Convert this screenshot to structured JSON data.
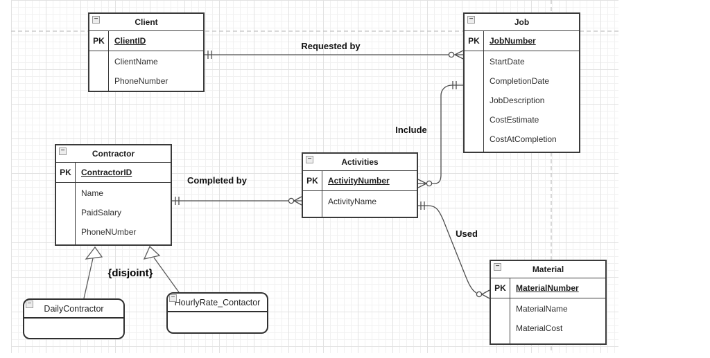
{
  "entities": [
    {
      "name": "Client",
      "pk_label": "PK",
      "pk": "ClientID",
      "attributes": [
        "ClientName",
        "PhoneNumber"
      ]
    },
    {
      "name": "Job",
      "pk_label": "PK",
      "pk": "JobNumber",
      "attributes": [
        "StartDate",
        "CompletionDate",
        "JobDescription",
        "CostEstimate",
        "CostAtCompletion"
      ]
    },
    {
      "name": "Contractor",
      "pk_label": "PK",
      "pk": "ContractorID",
      "attributes": [
        "Name",
        "PaidSalary",
        "PhoneNUmber"
      ]
    },
    {
      "name": "Activities",
      "pk_label": "PK",
      "pk": "ActivityNumber",
      "attributes": [
        "ActivityName"
      ]
    },
    {
      "name": "Material",
      "pk_label": "PK",
      "pk": "MaterialNumber",
      "attributes": [
        "MaterialName",
        "MaterialCost"
      ]
    }
  ],
  "subtypes": [
    {
      "name": "DailyContractor"
    },
    {
      "name": "HourlyRate_Contactor"
    }
  ],
  "relationships": [
    {
      "label": "Requested by",
      "from": "Client",
      "to": "Job",
      "from_cardinality": "exactly-one",
      "to_cardinality": "zero-or-many"
    },
    {
      "label": "Completed by",
      "from": "Contractor",
      "to": "Activities",
      "from_cardinality": "exactly-one",
      "to_cardinality": "zero-or-many"
    },
    {
      "label": "Include",
      "from": "Activities",
      "to": "Job",
      "from_cardinality": "zero-or-many",
      "to_cardinality": "exactly-one"
    },
    {
      "label": "Used",
      "from": "Activities",
      "to": "Material",
      "from_cardinality": "exactly-one",
      "to_cardinality": "zero-or-many"
    }
  ],
  "generalization": {
    "constraint": "{disjoint}",
    "supertype": "Contractor",
    "subtypes": [
      "DailyContractor",
      "HourlyRate_Contactor"
    ]
  },
  "icons": {
    "collapse": "−"
  },
  "colors": {
    "entity_border": "#3a3a3a",
    "wire": "#4d4d4d",
    "grid_minor": "#f1f1f1",
    "grid_major": "#e2e2e2",
    "page_guide": "#c2c2c2"
  }
}
